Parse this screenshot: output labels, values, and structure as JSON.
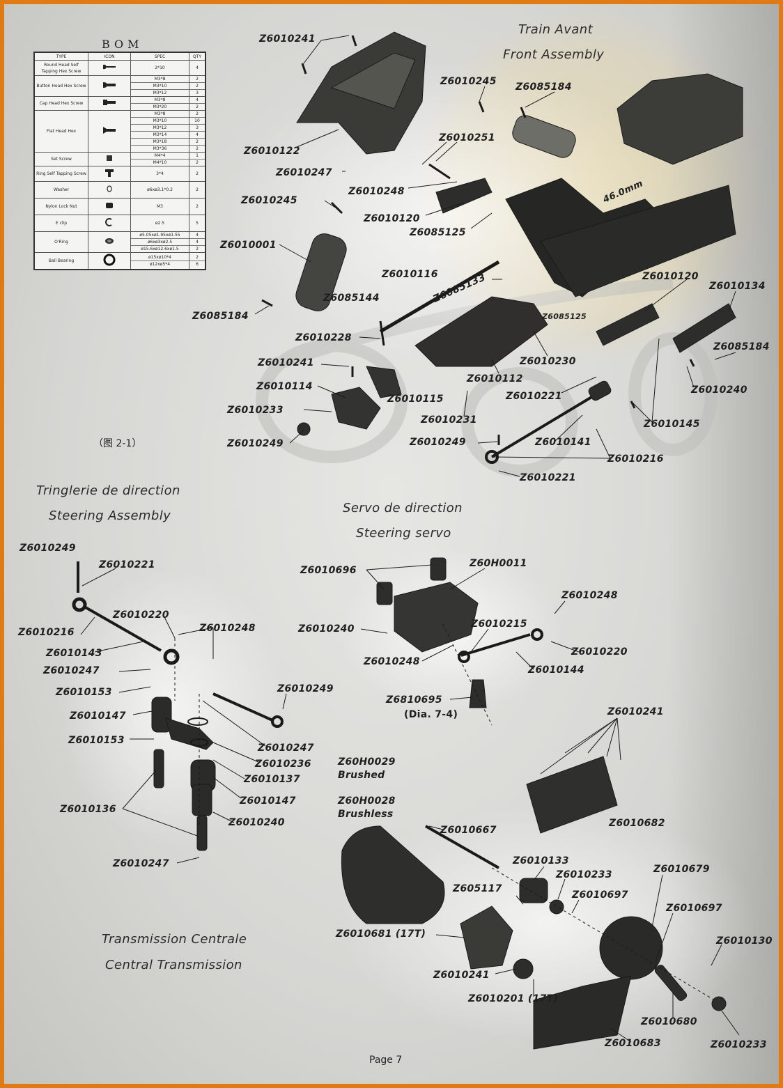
{
  "bom": {
    "title": "BOM",
    "headers": [
      "TYPE",
      "ICON",
      "SPEC",
      "QTY"
    ],
    "rows": [
      {
        "type": "Round Head Self Tapping Hex Screw",
        "icon": "round-head-screw-icon",
        "specs": [
          "2*10"
        ],
        "qty": [
          "4"
        ]
      },
      {
        "type": "Button Head Hex Screw",
        "icon": "button-head-screw-icon",
        "specs": [
          "M3*8",
          "M3*10",
          "M3*12"
        ],
        "qty": [
          "2",
          "2",
          "3"
        ]
      },
      {
        "type": "Cap Head Hex Screw",
        "icon": "cap-head-screw-icon",
        "specs": [
          "M3*8",
          "M3*20"
        ],
        "qty": [
          "4",
          "2"
        ]
      },
      {
        "type": "Flat Head Hex",
        "icon": "flat-head-screw-icon",
        "specs": [
          "M3*8",
          "M3*10",
          "M3*12",
          "M3*14",
          "M3*18",
          "M3*36"
        ],
        "qty": [
          "2",
          "10",
          "3",
          "4",
          "2",
          "2"
        ]
      },
      {
        "type": "Set Screw",
        "icon": "set-screw-icon",
        "specs": [
          "M4*4",
          "M4*10"
        ],
        "qty": [
          "1",
          "2"
        ]
      },
      {
        "type": "Ring Self Tapping Screw",
        "icon": "ring-screw-icon",
        "specs": [
          "3*4"
        ],
        "qty": [
          "2"
        ]
      },
      {
        "type": "Washer",
        "icon": "washer-icon",
        "specs": [
          "ø6xø3.1*0.2"
        ],
        "qty": [
          "2"
        ]
      },
      {
        "type": "Nylon Lock Nut",
        "icon": "lock-nut-icon",
        "specs": [
          "M3"
        ],
        "qty": [
          "2"
        ]
      },
      {
        "type": "E clip",
        "icon": "e-clip-icon",
        "specs": [
          "ø2.5"
        ],
        "qty": [
          "5"
        ]
      },
      {
        "type": "O'Ring",
        "icon": "o-ring-icon",
        "specs": [
          "ø5.05xø1.95xø1.55",
          "ø6xø3xø2.5",
          "ø15.6xø12.6xø1.5"
        ],
        "qty": [
          "4",
          "4",
          "2"
        ]
      },
      {
        "type": "Ball Bearing",
        "icon": "ball-bearing-icon",
        "specs": [
          "ø15xø10*4",
          "ø12xø5*4"
        ],
        "qty": [
          "2",
          "6"
        ]
      }
    ]
  },
  "figure_label": "（图 2-1）",
  "front": {
    "title_fr": "Train Avant",
    "title_en": "Front Assembly",
    "dimension": "46.0mm",
    "parts": [
      {
        "text": "Z6010241"
      },
      {
        "text": "Z6010245"
      },
      {
        "text": "Z6085184"
      },
      {
        "text": "Z6010251"
      },
      {
        "text": "Z6010122"
      },
      {
        "text": "Z6010247"
      },
      {
        "text": "Z6010248"
      },
      {
        "text": "Z6010245"
      },
      {
        "text": "Z6010120"
      },
      {
        "text": "Z6085125"
      },
      {
        "text": "Z6010001"
      },
      {
        "text": "Z6010116"
      },
      {
        "text": "Z6085133"
      },
      {
        "text": "Z6085144"
      },
      {
        "text": "Z6085184"
      },
      {
        "text": "Z6010120"
      },
      {
        "text": "Z6010134"
      },
      {
        "text": "Z6085125"
      },
      {
        "text": "Z6010228"
      },
      {
        "text": "Z6010241"
      },
      {
        "text": "Z6010230"
      },
      {
        "text": "Z6085184"
      },
      {
        "text": "Z6010112"
      },
      {
        "text": "Z6010114"
      },
      {
        "text": "Z6010240"
      },
      {
        "text": "Z6010221"
      },
      {
        "text": "Z6010115"
      },
      {
        "text": "Z6010233"
      },
      {
        "text": "Z6010231"
      },
      {
        "text": "Z6010249"
      },
      {
        "text": "Z6010145"
      },
      {
        "text": "Z6010249"
      },
      {
        "text": "Z6010141"
      },
      {
        "text": "Z6010216"
      },
      {
        "text": "Z6010221"
      }
    ]
  },
  "steering": {
    "title_fr": "Tringlerie de direction",
    "title_en": "Steering Assembly",
    "parts": [
      {
        "text": "Z6010249"
      },
      {
        "text": "Z6010221"
      },
      {
        "text": "Z6010216"
      },
      {
        "text": "Z6010220"
      },
      {
        "text": "Z6010143"
      },
      {
        "text": "Z6010248"
      },
      {
        "text": "Z6010247"
      },
      {
        "text": "Z6010153"
      },
      {
        "text": "Z6010249"
      },
      {
        "text": "Z6010147"
      },
      {
        "text": "Z6010247"
      },
      {
        "text": "Z6010153"
      },
      {
        "text": "Z6010236"
      },
      {
        "text": "Z6010137"
      },
      {
        "text": "Z6010147"
      },
      {
        "text": "Z6010136"
      },
      {
        "text": "Z6010240"
      },
      {
        "text": "Z6010247"
      }
    ]
  },
  "servo": {
    "title_fr": "Servo de direction",
    "title_en": "Steering servo",
    "diagram_label": "(Dia. 7-4)",
    "parts": [
      {
        "text": "Z6010696"
      },
      {
        "text": "Z60H0011"
      },
      {
        "text": "Z6010248"
      },
      {
        "text": "Z6010240"
      },
      {
        "text": "Z6010215"
      },
      {
        "text": "Z6010220"
      },
      {
        "text": "Z6010248"
      },
      {
        "text": "Z6010144"
      },
      {
        "text": "Z6810695"
      }
    ]
  },
  "transmission": {
    "title_fr": "Transmission Centrale",
    "title_en": "Central Transmission",
    "motor_brushed_code": "Z60H0029",
    "motor_brushed": "Brushed",
    "motor_brushless_code": "Z60H0028",
    "motor_brushless": "Brushless",
    "parts": [
      {
        "text": "Z6010241"
      },
      {
        "text": "Z6010682"
      },
      {
        "text": "Z6010667"
      },
      {
        "text": "Z6010133"
      },
      {
        "text": "Z6010233"
      },
      {
        "text": "Z6010679"
      },
      {
        "text": "Z605117"
      },
      {
        "text": "Z6010697"
      },
      {
        "text": "Z6010697"
      },
      {
        "text": "Z6010681 (17T)"
      },
      {
        "text": "Z6010130"
      },
      {
        "text": "Z6010241"
      },
      {
        "text": "Z6010201 (17T)"
      },
      {
        "text": "Z6010680"
      },
      {
        "text": "Z6010233"
      },
      {
        "text": "Z6010683"
      }
    ]
  },
  "footer": {
    "page": "Page 7"
  }
}
